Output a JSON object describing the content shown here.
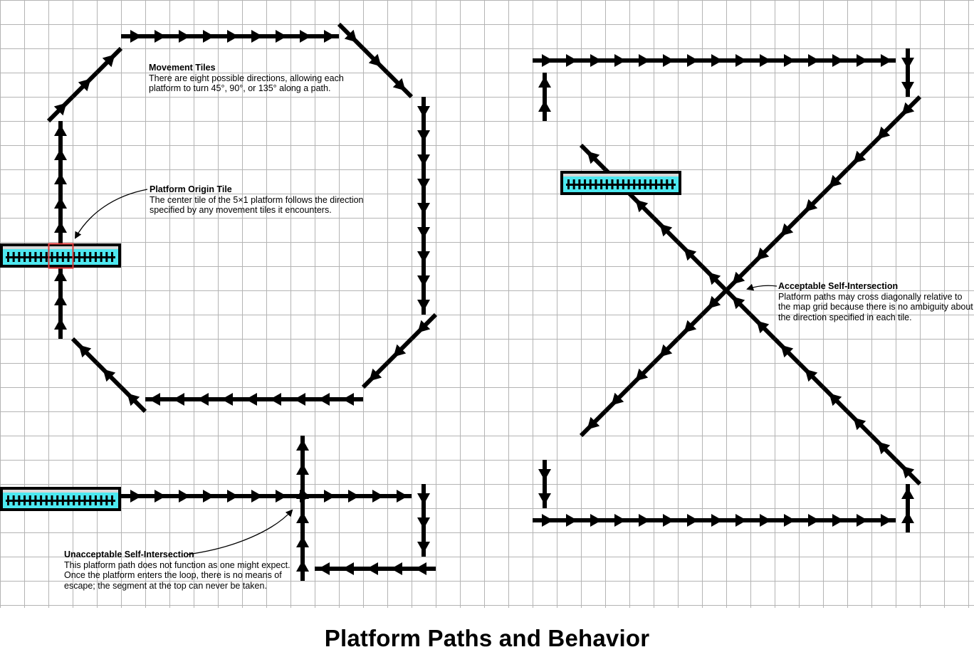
{
  "title": "Platform Paths and Behavior",
  "annotations": {
    "movement_tiles": {
      "title": "Movement Tiles",
      "body": "There are eight possible directions, allowing each platform to turn 45°, 90°, or 135° along a path."
    },
    "platform_origin": {
      "title": "Platform Origin Tile",
      "body": "The center tile of the 5×1 platform follows the direction specified by any movement tiles it encounters."
    },
    "acceptable_intersection": {
      "title": "Acceptable Self-Intersection",
      "body": "Platform paths may cross diagonally relative to the map grid because there is no ambiguity about the direction specified in each tile."
    },
    "unacceptable_intersection": {
      "title": "Unacceptable Self-Intersection",
      "body": "This platform path does not function as one might expect. Once the platform enters the loop, there is no means of escape; the segment at the top can never be taken."
    }
  },
  "colors": {
    "grid": "#b4b4b4",
    "path": "#000000",
    "platform_fill": "#4de8f0",
    "platform_highlight": "#d8d8d8",
    "origin_marker": "#e03a3a"
  },
  "icons": [
    "arrow-tile-icon",
    "platform-icon",
    "origin-marker-icon",
    "callout-arrow-icon"
  ]
}
